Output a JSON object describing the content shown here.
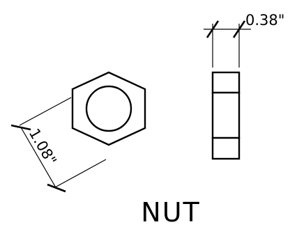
{
  "drawing": {
    "title": "NUT",
    "width_dimension": "1.08\"",
    "thickness_dimension": "0.38\""
  }
}
